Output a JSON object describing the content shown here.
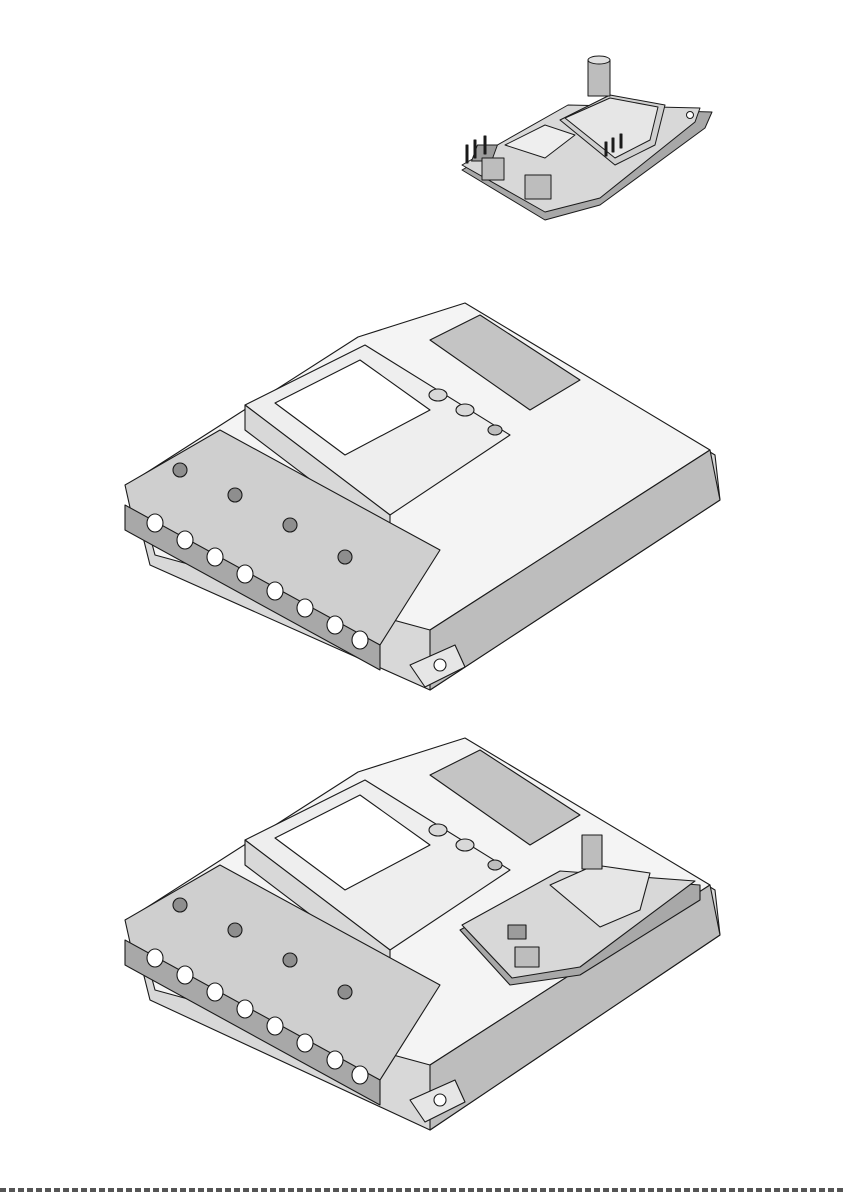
{
  "figures": [
    {
      "id": "communication-module",
      "kind": "line-drawing"
    },
    {
      "id": "meter-without-module",
      "kind": "line-drawing"
    },
    {
      "id": "meter-with-module-installed",
      "kind": "line-drawing"
    }
  ],
  "colors": {
    "line": "#1a1a1a",
    "light_fill": "#f4f4f4",
    "mid_fill": "#d8d8d8",
    "dark_fill": "#a8a8a8",
    "pcb_fill": "#cfcfcf",
    "display_fill": "#c4c4c4"
  }
}
